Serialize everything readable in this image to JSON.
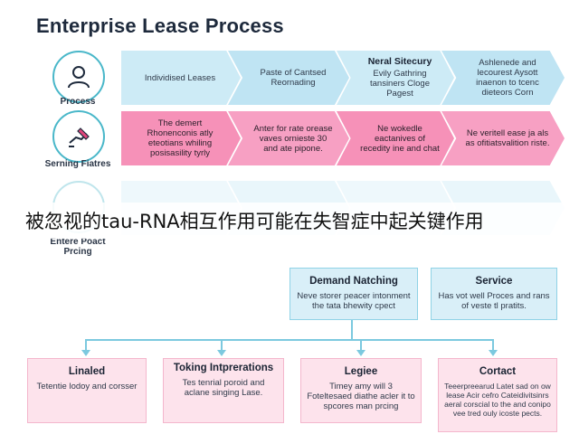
{
  "title": "Enterprise Lease Process",
  "rows": [
    {
      "label": "Process",
      "icon": "person-icon",
      "steps": [
        {
          "heading": "",
          "text": "Individised Leases"
        },
        {
          "heading": "",
          "text": "Paste of Cantsed Reornading"
        },
        {
          "heading": "Neral Sitecury",
          "text": "Evily Gathring tansiners Cloge Pagest"
        },
        {
          "heading": "",
          "text": "Ashlenede and lecourest Aysott inaenon to tcenc dieteors Corn"
        }
      ]
    },
    {
      "label": "Serning Fiatres",
      "icon": "hand-pen-icon",
      "steps": [
        {
          "heading": "",
          "text": "The demert Rhonenconis atly eteotians whiling posisasility tyrly"
        },
        {
          "heading": "",
          "text": "Anter for rate orease vaves ornieste 30 and ate pipone."
        },
        {
          "heading": "",
          "text": "Ne wokedle eactanives of recedity ine and chat"
        },
        {
          "heading": "",
          "text": "Ne veritell ease ja als as ofitiatsvalition riste."
        }
      ]
    },
    {
      "label": "Entere Poact Prcing",
      "icon": "",
      "steps": []
    }
  ],
  "overlay_caption": "被忽视的tau-RNA相互作用可能在失智症中起关键作用",
  "mid_boxes": [
    {
      "heading": "Demand Natching",
      "text": "Neve storer peacer intonment the tata bhewity cpect"
    },
    {
      "heading": "Service",
      "text": "Has vot well Proces and rans of veste tl pratits."
    }
  ],
  "bottom_boxes": [
    {
      "heading": "Linaled",
      "text": "Tetentie lodoy and corsser"
    },
    {
      "heading": "Toking Intprerations",
      "text": "Tes tenrial poroid and aclane singing Lase."
    },
    {
      "heading": "Legiee",
      "text": "Timey amy will 3 Foteltesaed diathe acler it to spcores man prcing"
    },
    {
      "heading": "Cortact",
      "text": "Teeerpreearud Latet sad on ow lease Acir cefro Cateidivitsinrs aeral corscial to the and conipo vee tred ouly icoste pects."
    }
  ],
  "colors": {
    "accent": "#49b7c9",
    "pink": "#f691b8",
    "light_blue": "#cdebf6"
  }
}
